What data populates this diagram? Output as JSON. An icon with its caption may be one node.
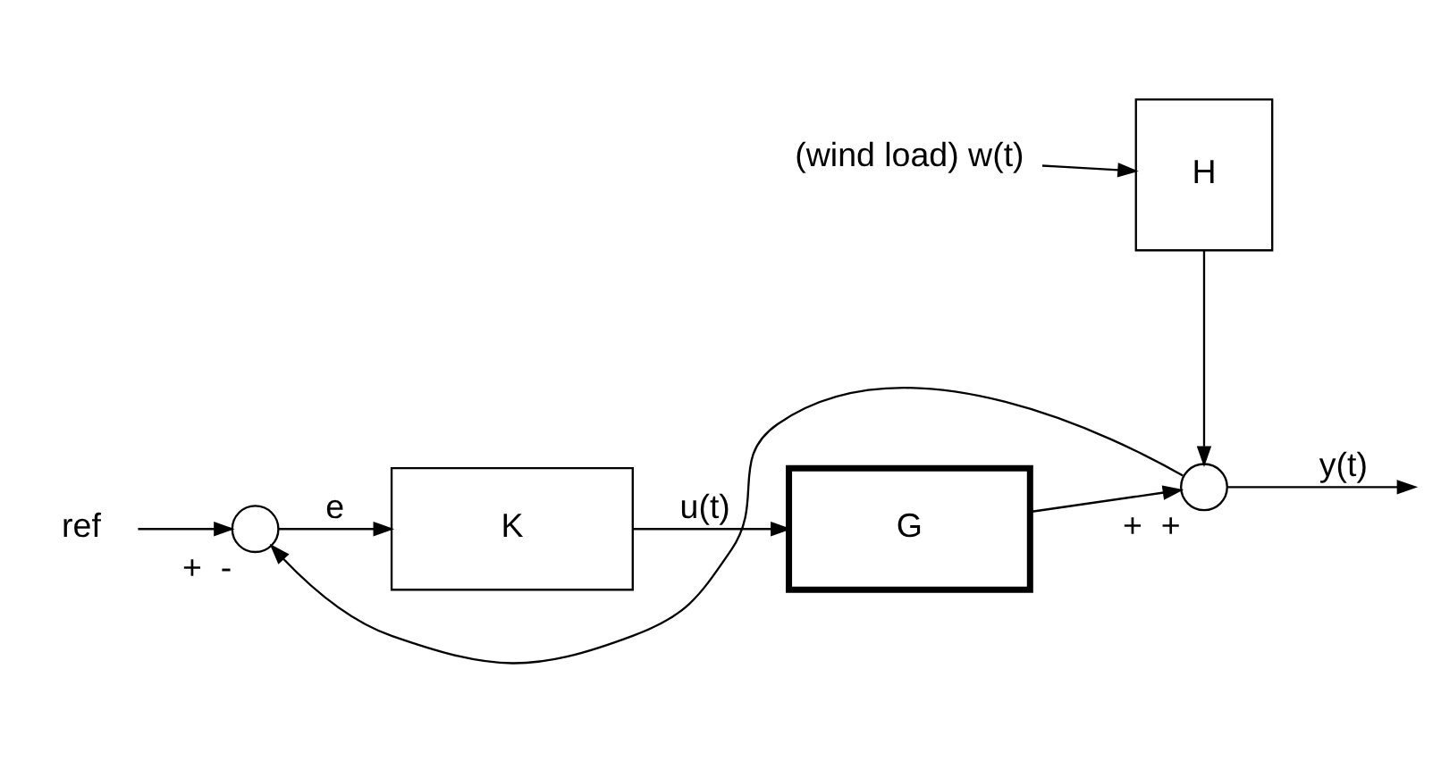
{
  "diagram": {
    "nodes": [
      {
        "text": [
          "ref"
        ]
      },
      {
        "text": [],
        "shape": "circle",
        "beside": [
          "+",
          "-"
        ]
      },
      {
        "text": [
          "K"
        ]
      },
      {
        "text": [
          "G"
        ]
      },
      {
        "text": [
          "(wind load) w(t)"
        ]
      },
      {
        "text": [
          "H"
        ]
      },
      {
        "text": [],
        "shape": "circle",
        "beside": [
          "+",
          "+"
        ]
      }
    ],
    "edges": [
      {
        "from": 0,
        "to": 1,
        "arrow": "to"
      },
      {
        "from": 1,
        "to": 2,
        "arrow": "to",
        "label": "e"
      },
      {
        "from": 2,
        "to": 3,
        "arrow": "to",
        "label": "u(t)"
      },
      {
        "from": 3,
        "to": 6,
        "arrow": "to"
      },
      {
        "from": 4,
        "to": 5,
        "arrow": "to"
      },
      {
        "from": 5,
        "to": 6,
        "arrow": "to"
      },
      {
        "from": 6,
        "to": null,
        "arrow": "to",
        "label": "y(t)"
      },
      {
        "from": 6,
        "to": 1,
        "arrow": "to"
      }
    ]
  }
}
